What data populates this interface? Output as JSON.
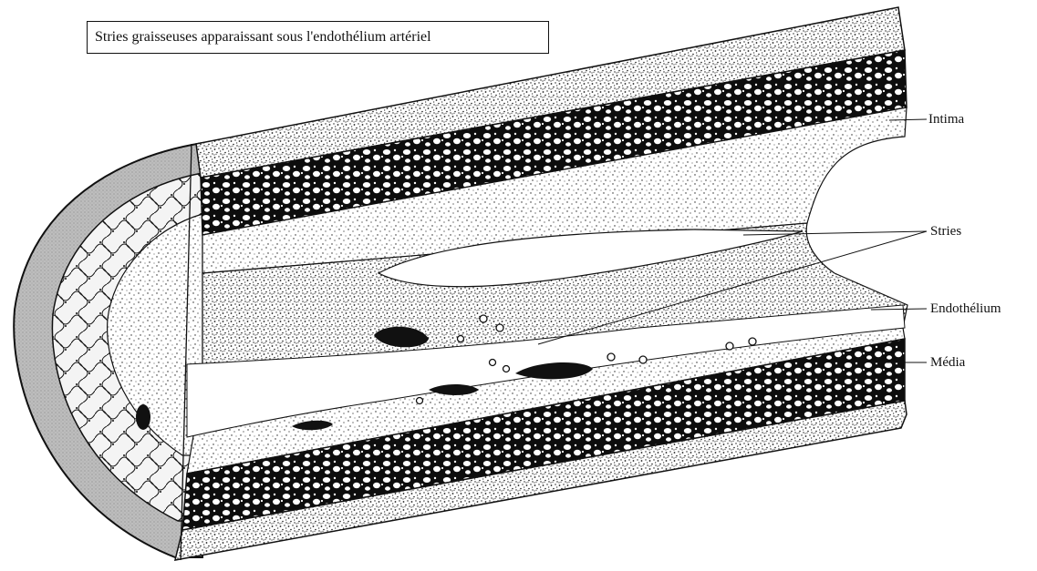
{
  "title": "Stries graisseuses apparaissant sous l'endothélium artériel",
  "labels": {
    "intima": "Intima",
    "stries": "Stries",
    "endothelium": "Endothélium",
    "media": "Média"
  },
  "colors": {
    "ink": "#111111",
    "paper": "#ffffff",
    "end_cap": "#c4c4c4"
  }
}
